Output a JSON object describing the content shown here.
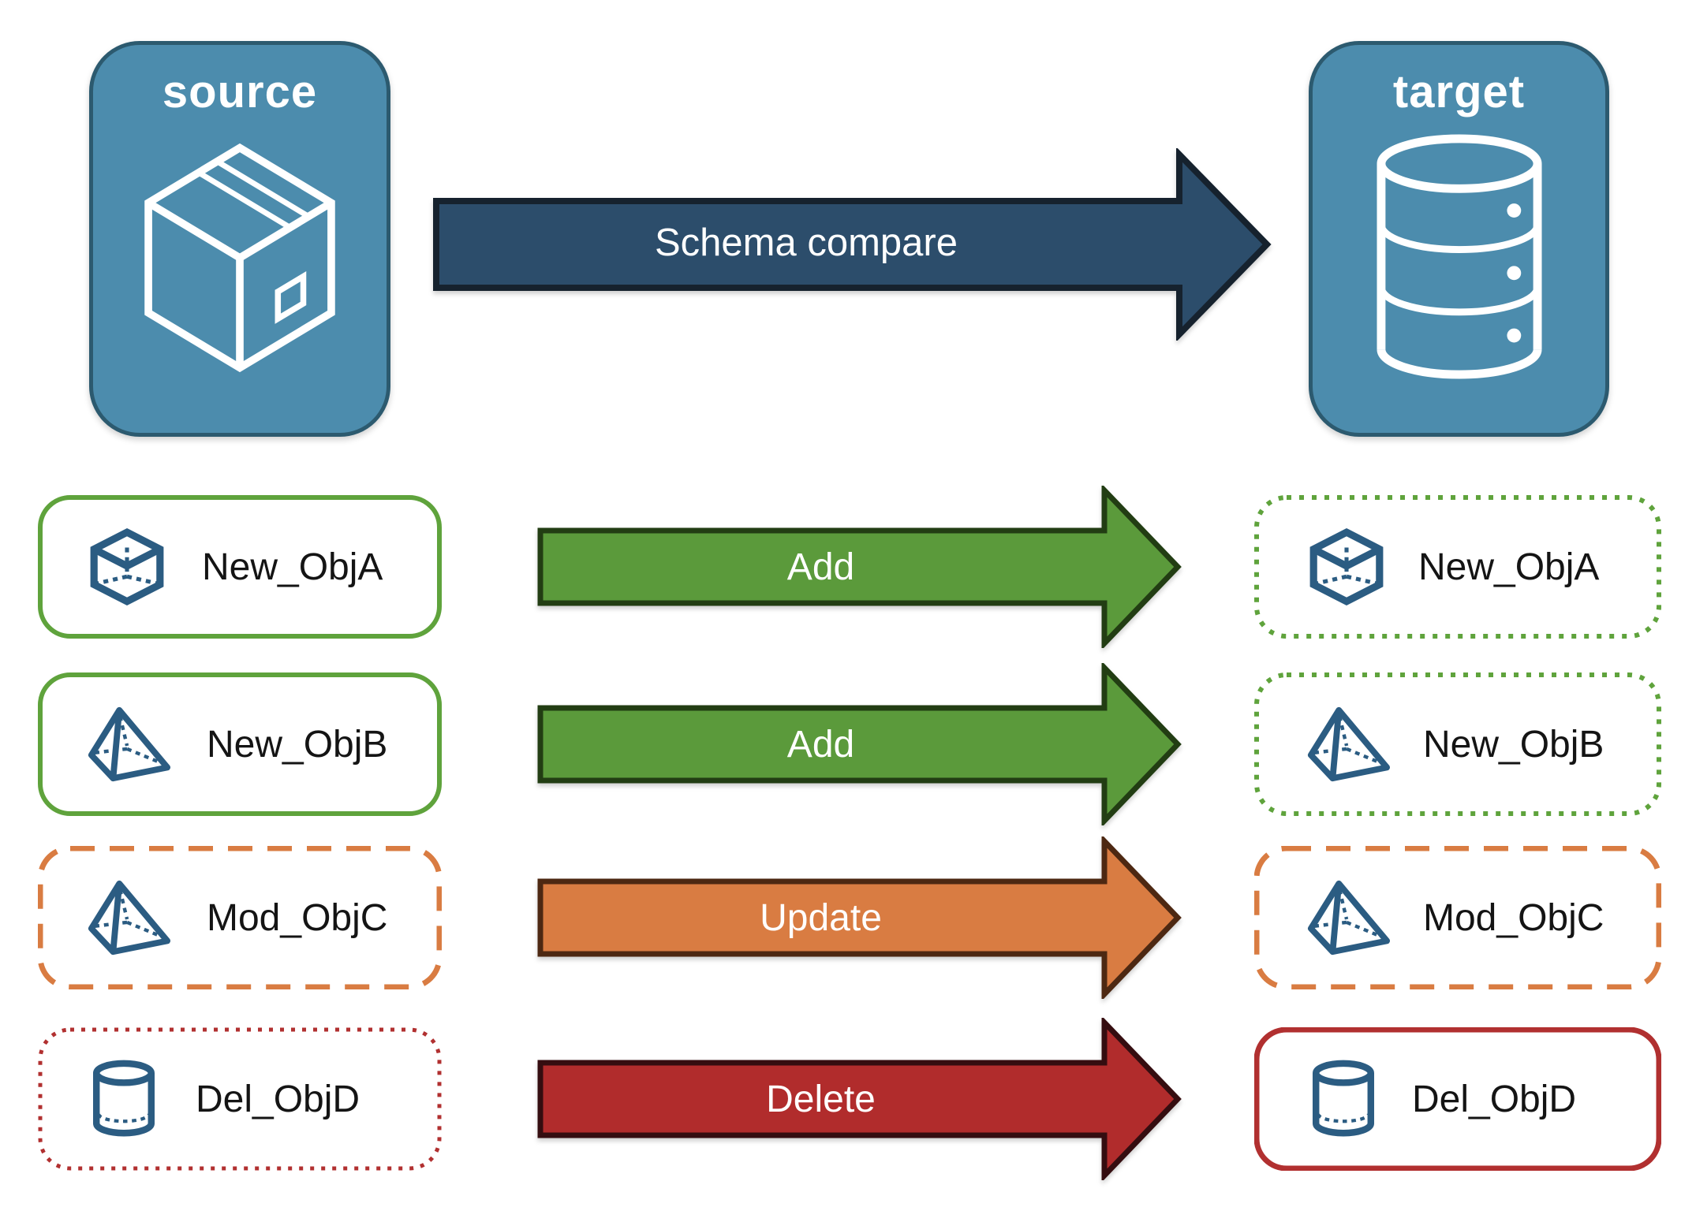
{
  "nodes": {
    "source": {
      "label": "source",
      "icon": "package-box"
    },
    "target": {
      "label": "target",
      "icon": "database"
    }
  },
  "main_arrow": {
    "label": "Schema compare",
    "fill": "#2C4D6B",
    "border": "#16222E"
  },
  "rows": [
    {
      "left": {
        "label": "New_ObjA",
        "icon": "cube",
        "border_color": "#5FA33C",
        "dash": "none"
      },
      "arrow": {
        "label": "Add",
        "fill": "#5B9A3B",
        "border": "#223D13"
      },
      "right": {
        "label": "New_ObjA",
        "icon": "cube",
        "border_color": "#5FA33C",
        "dash": "6 10"
      }
    },
    {
      "left": {
        "label": "New_ObjB",
        "icon": "pyramid",
        "border_color": "#5FA33C",
        "dash": "none"
      },
      "arrow": {
        "label": "Add",
        "fill": "#5B9A3B",
        "border": "#223D13"
      },
      "right": {
        "label": "New_ObjB",
        "icon": "pyramid",
        "border_color": "#5FA33C",
        "dash": "6 10"
      }
    },
    {
      "left": {
        "label": "Mod_ObjC",
        "icon": "pyramid",
        "border_color": "#D97C42",
        "dash": "31 19"
      },
      "arrow": {
        "label": "Update",
        "fill": "#D97C42",
        "border": "#4D2812"
      },
      "right": {
        "label": "Mod_ObjC",
        "icon": "pyramid",
        "border_color": "#D97C42",
        "dash": "31 19"
      }
    },
    {
      "left": {
        "label": "Del_ObjD",
        "icon": "cylinder",
        "border_color": "#B13030",
        "dash": "5 9"
      },
      "arrow": {
        "label": "Delete",
        "fill": "#B12C2C",
        "border": "#350D10"
      },
      "right": {
        "label": "Del_ObjD",
        "icon": "cylinder",
        "border_color": "#B13030",
        "dash": "none"
      }
    }
  ],
  "palette": {
    "node_fill": "#4C8CAD",
    "node_border": "#2C5A6F",
    "object_icon": "#2B5C82",
    "label_text": "#141414",
    "arrow_text": "#FFFFFF"
  }
}
